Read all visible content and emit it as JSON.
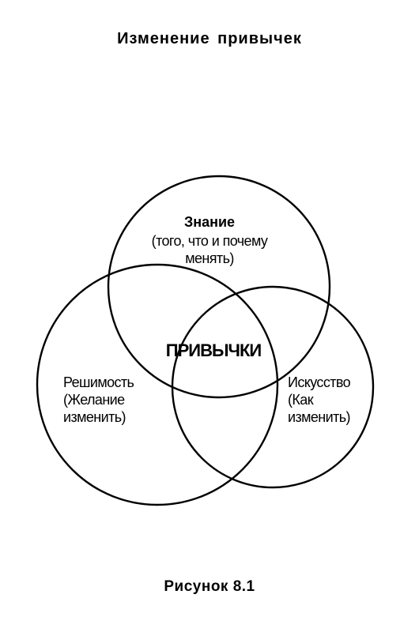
{
  "title": "Изменение привычек",
  "diagram": {
    "top": {
      "heading": "Знание",
      "line1": "(того, что и почему",
      "line2": "менять)"
    },
    "center": "ПРИВЫЧКИ",
    "left": {
      "line1": "Решимость",
      "line2": "(Желание",
      "line3": "изменить)"
    },
    "right": {
      "line1": "Искусство",
      "line2": "(Как",
      "line3": "изменить)"
    }
  },
  "caption": "Рисунок 8.1"
}
